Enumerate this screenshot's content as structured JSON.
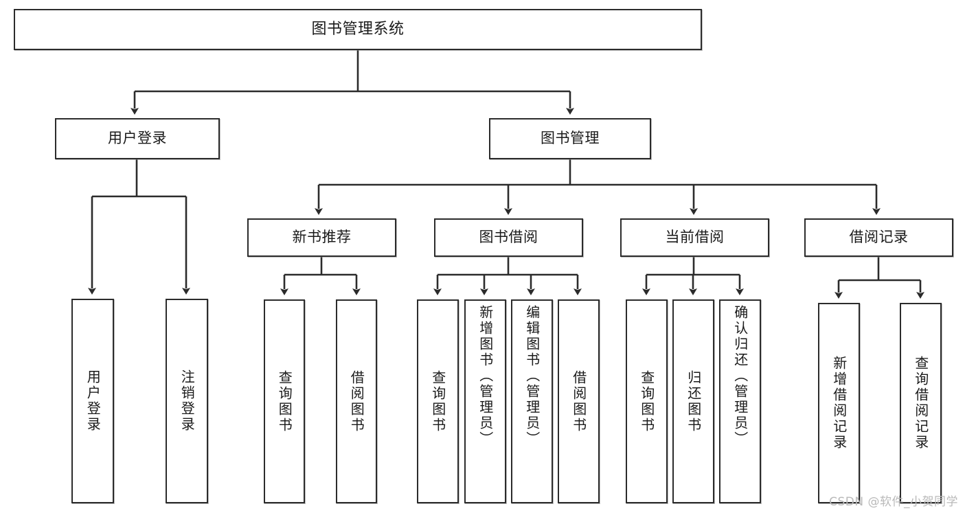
{
  "diagram": {
    "title": "图书管理系统",
    "watermark": "CSDN @软件_小贺同学",
    "colors": {
      "box_border": "#2b2b2b",
      "box_fill": "#ffffff",
      "link_stroke": "#2b2b2b",
      "text": "#1a1a1a",
      "watermark": "#b9b9b9"
    },
    "levels": {
      "level1": {
        "label": "图书管理系统"
      },
      "level2": [
        {
          "label": "用户登录"
        },
        {
          "label": "图书管理"
        }
      ],
      "level3": [
        {
          "label": "新书推荐"
        },
        {
          "label": "图书借阅"
        },
        {
          "label": "当前借阅"
        },
        {
          "label": "借阅记录"
        }
      ],
      "level4": {
        "user_login": [
          {
            "label": "用户登录"
          },
          {
            "label": "注销登录"
          }
        ],
        "new_book_recommend": [
          {
            "label": "查询图书"
          },
          {
            "label": "借阅图书"
          }
        ],
        "book_borrow": [
          {
            "label": "查询图书"
          },
          {
            "label": "新增图书（管理员）"
          },
          {
            "label": "编辑图书（管理员）"
          },
          {
            "label": "借阅图书"
          }
        ],
        "current_borrow": [
          {
            "label": "查询图书"
          },
          {
            "label": "归还图书"
          },
          {
            "label": "确认归还（管理员）"
          }
        ],
        "borrow_record": [
          {
            "label": "新增借阅记录"
          },
          {
            "label": "查询借阅记录"
          }
        ]
      }
    }
  }
}
